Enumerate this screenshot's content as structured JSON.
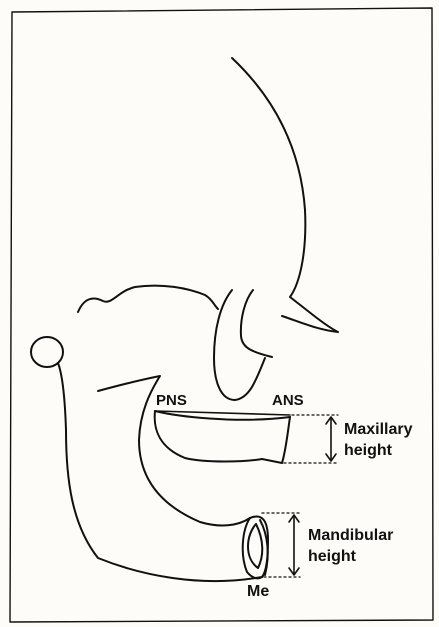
{
  "labels": {
    "pns": "PNS",
    "ans": "ANS",
    "me": "Me",
    "maxillary_height_line1": "Maxillary",
    "maxillary_height_line2": "height",
    "mandibular_height_line1": "Mandibular",
    "mandibular_height_line2": "height"
  },
  "colors": {
    "ink": "#111111",
    "paper": "#fdfcf8"
  }
}
